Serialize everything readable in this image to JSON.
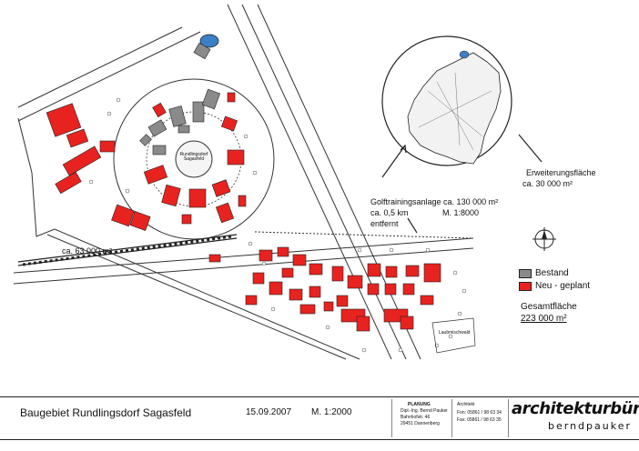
{
  "plan": {
    "labels": {
      "village_center": "Rundlingsdorf\nSagasfeld",
      "area_left": "ca. 63 000 m²",
      "golf_title": "Golftrainingsanlage  ca. 130 000 m²",
      "golf_distance": "ca. 0,5 km",
      "golf_scale": "M. 1:8000",
      "golf_distance2": "entfernt",
      "extension_title": "Erweiterungsfläche",
      "extension_area": "ca. 30 000 m²",
      "forest": "Laubmischwald"
    },
    "legend": {
      "existing_label": "Bestand",
      "new_label": "Neu - geplant",
      "existing_color": "#8a8a8a",
      "new_color": "#e8231f",
      "total_label": "Gesamtfläche",
      "total_value": "223 000 m²"
    }
  },
  "titleblock": {
    "project": "Baugebiet Rundlingsdorf Sagasfeld",
    "date": "15.09.2007",
    "scale": "M. 1:2000",
    "planning_heading": "PLANUNG",
    "planner_name": "Dipl.-Ing. Bernd Pauker",
    "planner_street": "Bahnhofstr. 46",
    "planner_city": "29451 Dannenberg",
    "office_heading": "Architekt",
    "phone": "Fon: 05861 / 98 63 34",
    "fax": "Fax: 05861 / 98 63 35",
    "logo_main": "architekturbüro",
    "logo_sub": "berndpauker"
  }
}
